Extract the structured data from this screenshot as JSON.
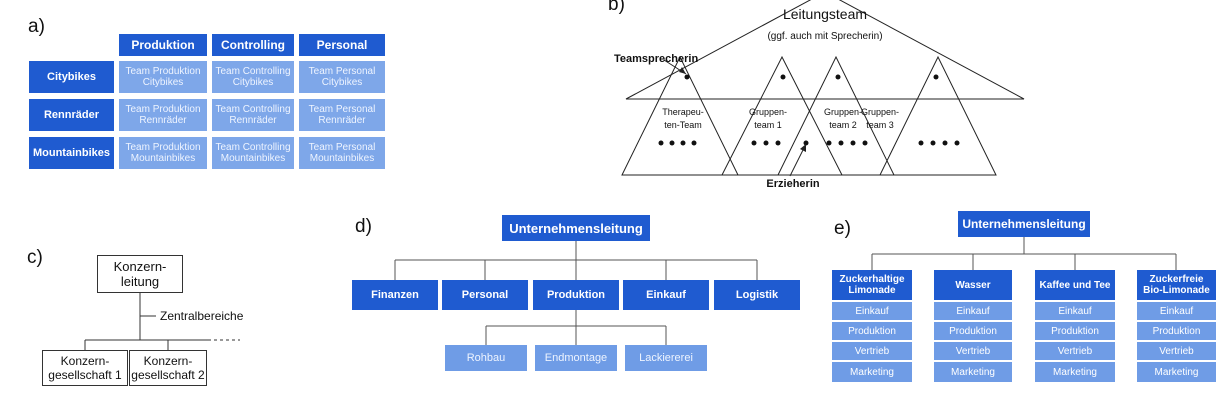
{
  "panel_a": {
    "label": "a)",
    "columns": [
      "Produktion",
      "Controlling",
      "Personal"
    ],
    "rows": [
      "Citybikes",
      "Rennräder",
      "Mountainbikes"
    ],
    "cells": [
      [
        "Team Produktion\nCitybikes",
        "Team Controlling\nCitybikes",
        "Team Personal\nCitybikes"
      ],
      [
        "Team Produktion\nRennräder",
        "Team Controlling\nRennräder",
        "Team Personal\nRennräder"
      ],
      [
        "Team Produktion\nMountainbikes",
        "Team Controlling\nMountainbikes",
        "Team Personal\nMountainbikes"
      ]
    ]
  },
  "panel_b": {
    "label": "b)",
    "title": "Leitungsteam",
    "subtitle": "(ggf. auch mit Sprecherin)",
    "teamsprecherin": "Teamsprecherin",
    "erzieherin": "Erzieherin",
    "team1": "Therapeu-\nten-Team",
    "team2": "Gruppen-\nteam 1",
    "team3": "Gruppen-\nteam 2",
    "team4": "Gruppen-\nteam 3"
  },
  "panel_c": {
    "label": "c)",
    "top": "Konzern-\nleitung",
    "central": "Zentralbereiche",
    "sub1": "Konzern-\ngesellschaft 1",
    "sub2": "Konzern-\ngesellschaft 2"
  },
  "panel_d": {
    "label": "d)",
    "top": "Unternehmensleitung",
    "departments": [
      "Finanzen",
      "Personal",
      "Produktion",
      "Einkauf",
      "Logistik"
    ],
    "production_units": [
      "Rohbau",
      "Endmontage",
      "Lackiererei"
    ]
  },
  "panel_e": {
    "label": "e)",
    "top": "Unternehmensleitung",
    "divisions": [
      {
        "name": "Zuckerhaltige\nLimonade",
        "functions": [
          "Einkauf",
          "Produktion",
          "Vertrieb",
          "Marketing"
        ]
      },
      {
        "name": "Wasser",
        "functions": [
          "Einkauf",
          "Produktion",
          "Vertrieb",
          "Marketing"
        ]
      },
      {
        "name": "Kaffee und Tee",
        "functions": [
          "Einkauf",
          "Produktion",
          "Vertrieb",
          "Marketing"
        ]
      },
      {
        "name": "Zuckerfreie\nBio-Limonade",
        "functions": [
          "Einkauf",
          "Produktion",
          "Vertrieb",
          "Marketing"
        ]
      }
    ]
  }
}
